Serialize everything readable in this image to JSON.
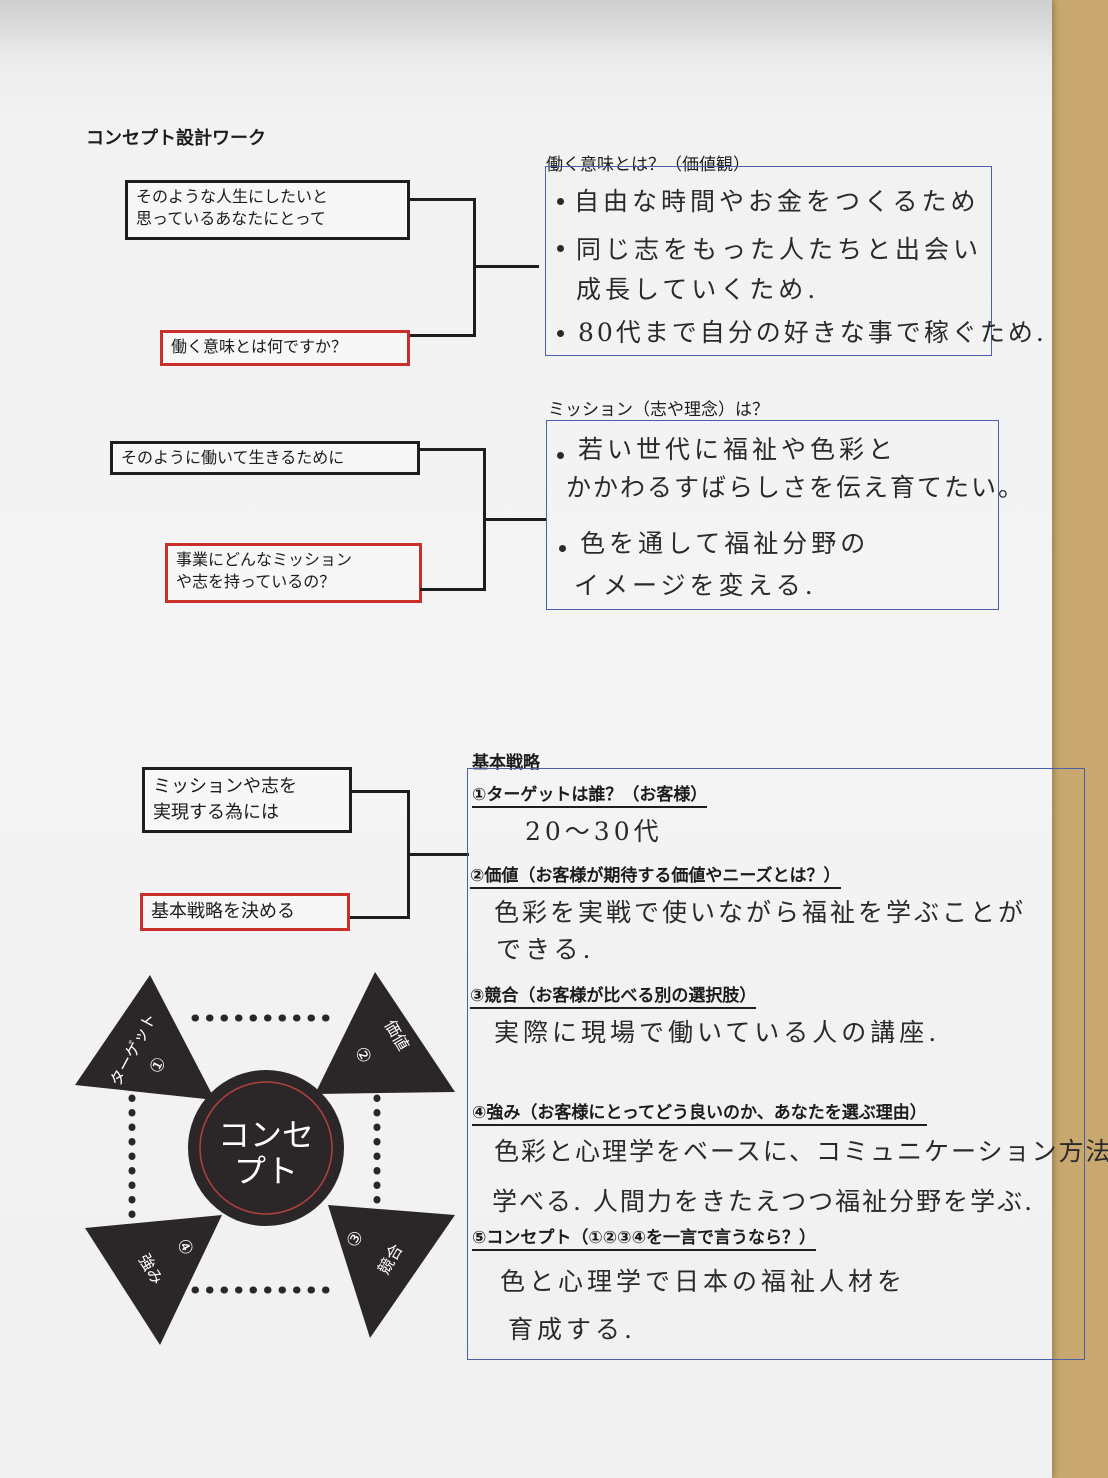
{
  "worksheet": {
    "title": "コンセプト設計ワーク"
  },
  "section1": {
    "prompt_lines": [
      "そのような人生にしたいと",
      "思っているあなたにとって"
    ],
    "question": "働く意味とは何ですか？",
    "answer_heading": "働く意味とは？（価値観）",
    "answer_lines": [
      "自由な時間やお金をつくるため",
      "同じ志をもった人たちと出会い",
      "成長していくため.",
      "80代まで自分の好きな事で稼ぐため."
    ]
  },
  "section2": {
    "prompt": "そのように働いて生きるために",
    "question_lines": [
      "事業にどんなミッション",
      "や志を持っているの？"
    ],
    "answer_heading": "ミッション（志や理念）は？",
    "answer_lines": [
      "若い世代に福祉や色彩と",
      "かかわるすばらしさを伝え育てたい。",
      "色を通して福祉分野の",
      "イメージを変える."
    ]
  },
  "section3": {
    "prompt_lines": [
      "ミッションや志を",
      "実現する為には"
    ],
    "question": "基本戦略を決める",
    "heading": "基本戦略",
    "items": [
      {
        "label": "①ターゲットは誰？（お客様）",
        "answer": [
          "20～30代"
        ]
      },
      {
        "label": "②価値（お客様が期待する価値やニーズとは？）",
        "answer": [
          "色彩を実戦で使いながら福祉を学ぶことが",
          "できる."
        ]
      },
      {
        "label": "③競合（お客様が比べる別の選択肢）",
        "answer": [
          "実際に現場で働いている人の講座."
        ]
      },
      {
        "label": "④強み（お客様にとってどう良いのか、あなたを選ぶ理由）",
        "answer": [
          "色彩と心理学をベースに、コミュニケーション方法を",
          "学べる. 人間力をきたえつつ福祉分野を学ぶ."
        ]
      },
      {
        "label": "⑤コンセプト（①②③④を一言で言うなら？）",
        "answer": [
          "色と心理学で日本の福祉人材を",
          "育成する."
        ]
      }
    ]
  },
  "diagram": {
    "center_lines": [
      "コンセ",
      "プト"
    ],
    "corners": [
      {
        "label": "ターゲット",
        "number": "①"
      },
      {
        "label": "価値",
        "number": "②"
      },
      {
        "label": "競合",
        "number": "③"
      },
      {
        "label": "強み",
        "number": "④"
      }
    ],
    "colors": {
      "fill": "#2b2628",
      "ring": "#b0413e"
    }
  }
}
